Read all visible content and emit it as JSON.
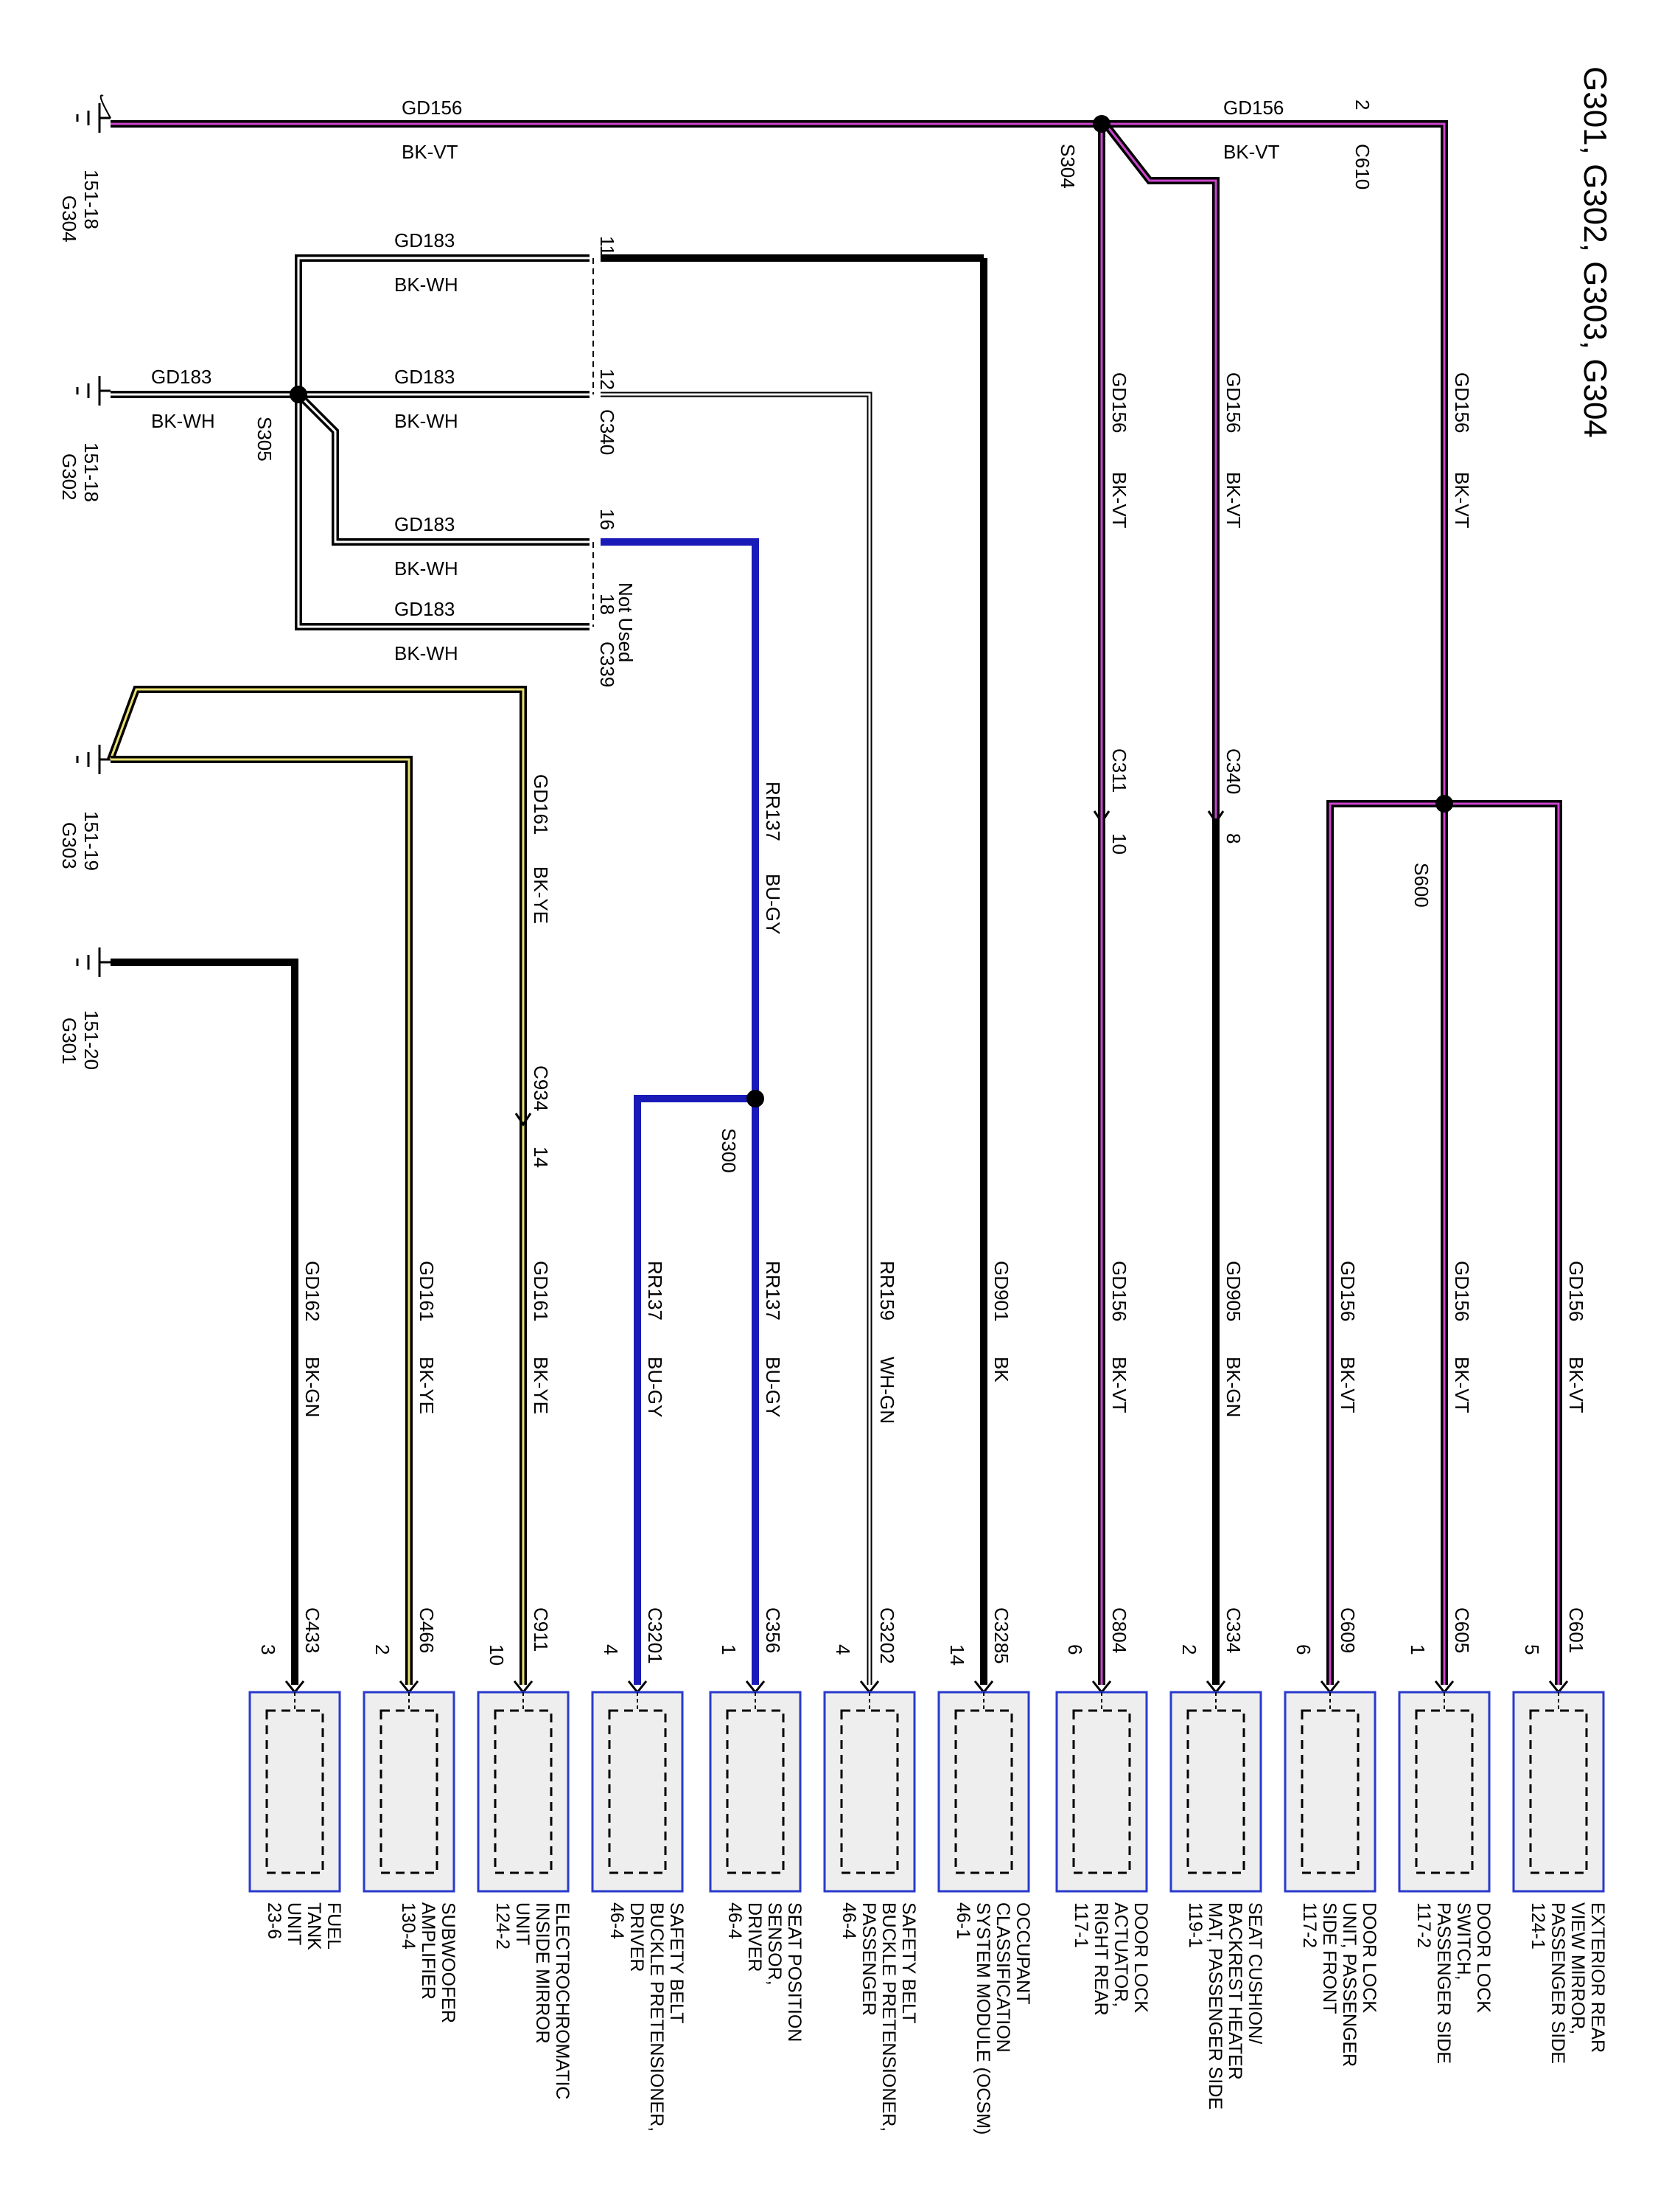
{
  "title": "G301, G302, G303, G304",
  "grounds": [
    {
      "id": "g304",
      "name": "G304",
      "ref": "151-18"
    },
    {
      "id": "g302",
      "name": "G302",
      "ref": "151-18"
    },
    {
      "id": "g303",
      "name": "G303",
      "ref": "151-19"
    },
    {
      "id": "g301",
      "name": "G301",
      "ref": "151-20"
    }
  ],
  "splices": [
    "S304",
    "S305",
    "S600",
    "S300"
  ],
  "connectors": {
    "c610": {
      "name": "C610",
      "pin": "2"
    },
    "c340_11": {
      "pin": "11"
    },
    "c340_12": {
      "pin": "12"
    },
    "c340": {
      "name": "C340"
    },
    "c339_16": {
      "pin": "16"
    },
    "c339_18": {
      "pin": "18"
    },
    "c339": {
      "name": "C339"
    },
    "not_used": "Not Used",
    "c311": {
      "name": "C311",
      "pin": "10"
    },
    "c340_8": {
      "name": "C340",
      "pin": "8"
    },
    "c934": {
      "name": "C934",
      "pin": "14"
    }
  },
  "wires": {
    "gd156": "GD156",
    "bkvt": "BK-VT",
    "gd183": "GD183",
    "bkwh": "BK-WH",
    "gd161": "GD161",
    "bkye": "BK-YE",
    "rr137": "RR137",
    "bugy": "BU-GY"
  },
  "colors": {
    "pink": "#cc44cc",
    "yellow": "#e8e070",
    "blue": "#1a1ab8",
    "box_border": "#2a3acc",
    "box_fill": "#eeeeee"
  },
  "components": [
    {
      "id": "fuel",
      "circuit": "GD162",
      "color": "BK-GN",
      "conn": "C433",
      "pin": "3",
      "lines": [
        "FUEL",
        "TANK",
        "UNIT",
        "23-6"
      ]
    },
    {
      "id": "sub",
      "circuit": "GD161",
      "color": "BK-YE",
      "conn": "C466",
      "pin": "2",
      "lines": [
        "SUBWOOFER",
        "AMPLIFIER",
        "130-4"
      ]
    },
    {
      "id": "mirror",
      "circuit": "GD161",
      "color": "BK-YE",
      "conn": "C911",
      "pin": "10",
      "lines": [
        "ELECTROCHROMATIC",
        "INSIDE MIRROR",
        "UNIT",
        "124-2"
      ]
    },
    {
      "id": "sbdrv",
      "circuit": "RR137",
      "color": "BU-GY",
      "conn": "C3201",
      "pin": "4",
      "lines": [
        "SAFETY BELT",
        "BUCKLE PRETENSIONER,",
        "DRIVER",
        "46-4"
      ]
    },
    {
      "id": "seatpos",
      "circuit": "RR137",
      "color": "BU-GY",
      "conn": "C356",
      "pin": "1",
      "lines": [
        "SEAT POSITION",
        "SENSOR,",
        "DRIVER",
        "46-4"
      ]
    },
    {
      "id": "sbpass",
      "circuit": "RR159",
      "color": "WH-GN",
      "conn": "C3202",
      "pin": "4",
      "lines": [
        "SAFETY BELT",
        "BUCKLE PRETENSIONER,",
        "PASSENGER",
        "46-4"
      ]
    },
    {
      "id": "ocsm",
      "circuit": "GD901",
      "color": "BK",
      "conn": "C3285",
      "pin": "14",
      "lines": [
        "OCCUPANT",
        "CLASSIFICATION",
        "SYSTEM MODULE (OCSM)",
        "46-1"
      ]
    },
    {
      "id": "doorrr",
      "circuit": "GD156",
      "color": "BK-VT",
      "conn": "C804",
      "pin": "6",
      "lines": [
        "DOOR LOCK",
        "ACTUATOR,",
        "RIGHT REAR",
        "117-1"
      ]
    },
    {
      "id": "seatcush",
      "circuit": "GD905",
      "color": "BK-GN",
      "conn": "C334",
      "pin": "2",
      "lines": [
        "SEAT CUSHION/",
        "BACKREST HEATER",
        "MAT, PASSENGER SIDE",
        "119-1"
      ]
    },
    {
      "id": "doorfront",
      "circuit": "GD156",
      "color": "BK-VT",
      "conn": "C609",
      "pin": "6",
      "lines": [
        "DOOR LOCK",
        "UNIT, PASSENGER",
        "SIDE FRONT",
        "117-2"
      ]
    },
    {
      "id": "doorsw",
      "circuit": "GD156",
      "color": "BK-VT",
      "conn": "C605",
      "pin": "1",
      "lines": [
        "DOOR LOCK",
        "SWITCH,",
        "PASSENGER SIDE",
        "117-2"
      ]
    },
    {
      "id": "extmirror",
      "circuit": "GD156",
      "color": "BK-VT",
      "conn": "C601",
      "pin": "5",
      "lines": [
        "EXTERIOR REAR",
        "VIEW MIRROR,",
        "PASSENGER SIDE",
        "124-1"
      ]
    }
  ]
}
